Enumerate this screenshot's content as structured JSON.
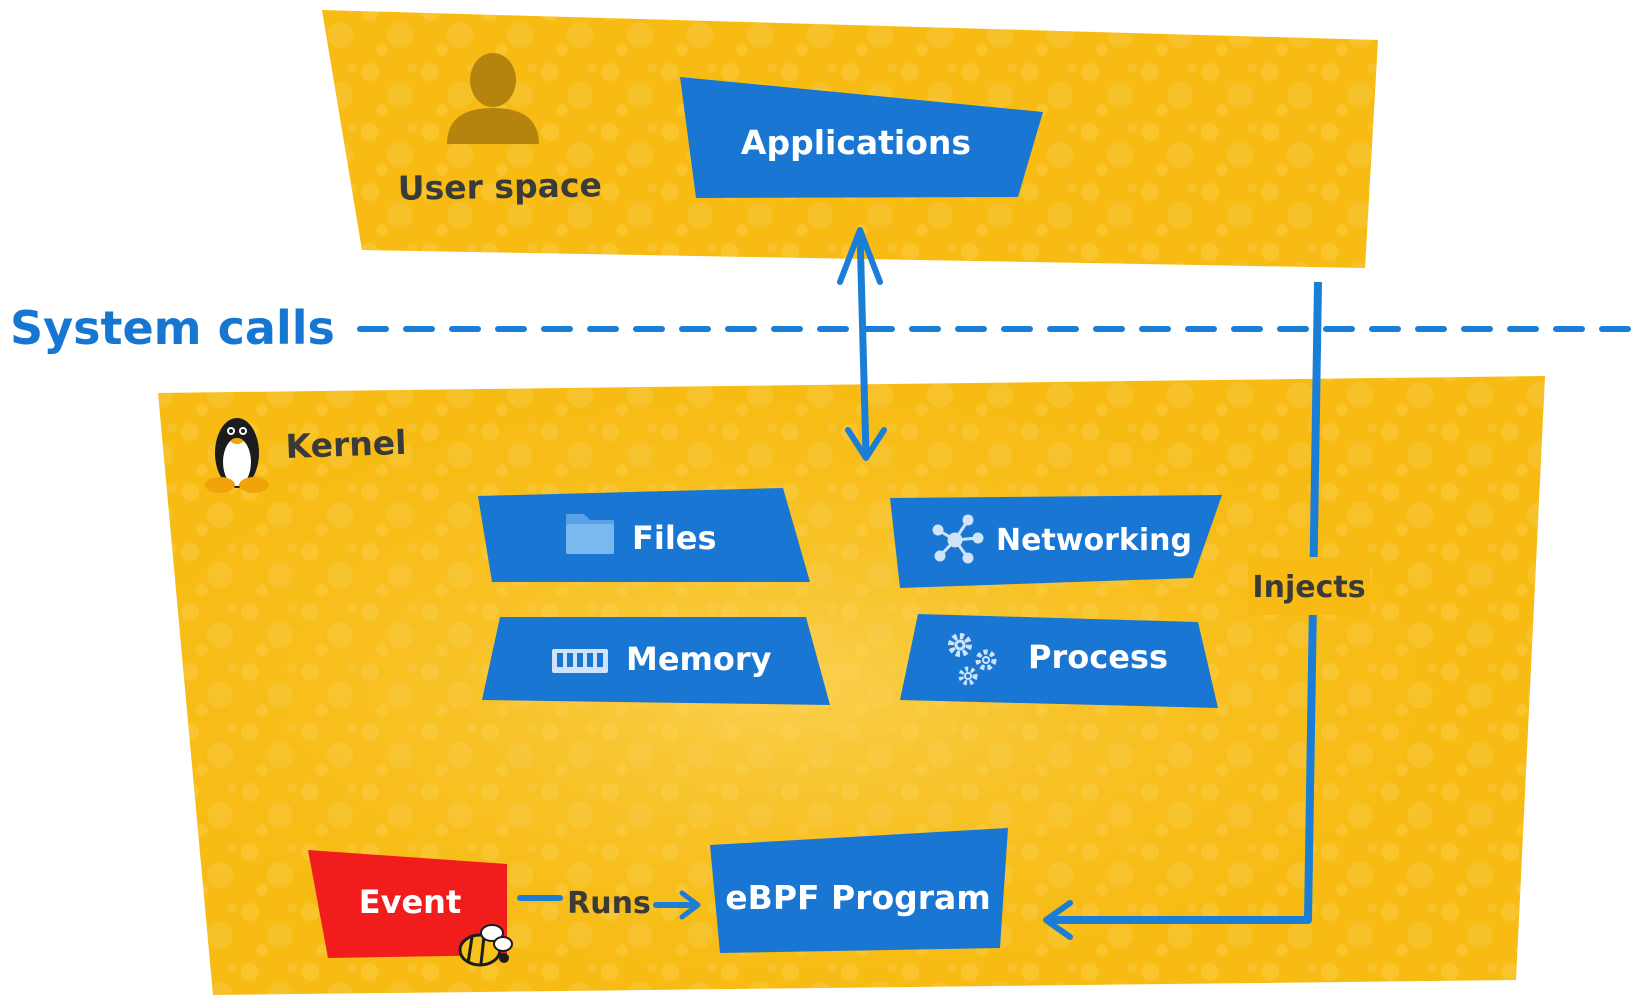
{
  "colors": {
    "panel_yellow": "#f7bb13",
    "panel_yellow_light": "#f9cd4d",
    "box_blue": "#1976d2",
    "event_red": "#f11d1d",
    "line_blue": "#1a7dd6",
    "text_dark": "#3a3a3a",
    "icon_brown": "#b5840e"
  },
  "user_space": {
    "label": "User space",
    "icon": "user-icon",
    "applications_label": "Applications"
  },
  "system_calls": {
    "label": "System calls"
  },
  "kernel": {
    "label": "Kernel",
    "icon": "linux-penguin-icon",
    "subsystems": [
      {
        "label": "Files",
        "icon": "folder-icon"
      },
      {
        "label": "Networking",
        "icon": "network-icon"
      },
      {
        "label": "Memory",
        "icon": "memory-chip-icon"
      },
      {
        "label": "Process",
        "icon": "gears-icon"
      }
    ],
    "event_label": "Event",
    "event_icon": "bee-icon",
    "runs_label": "Runs",
    "ebpf_label": "eBPF Program",
    "injects_label": "Injects"
  }
}
